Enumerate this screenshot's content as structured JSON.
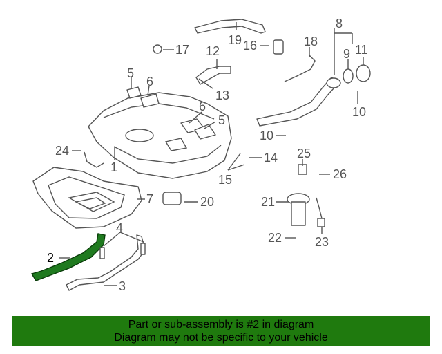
{
  "callouts": [
    {
      "num": "1"
    },
    {
      "num": "2"
    },
    {
      "num": "3"
    },
    {
      "num": "4"
    },
    {
      "num": "5"
    },
    {
      "num": "5"
    },
    {
      "num": "6"
    },
    {
      "num": "6"
    },
    {
      "num": "7"
    },
    {
      "num": "8"
    },
    {
      "num": "9"
    },
    {
      "num": "10"
    },
    {
      "num": "10"
    },
    {
      "num": "11"
    },
    {
      "num": "12"
    },
    {
      "num": "13"
    },
    {
      "num": "14"
    },
    {
      "num": "15"
    },
    {
      "num": "16"
    },
    {
      "num": "17"
    },
    {
      "num": "18"
    },
    {
      "num": "19"
    },
    {
      "num": "20"
    },
    {
      "num": "21"
    },
    {
      "num": "22"
    },
    {
      "num": "23"
    },
    {
      "num": "24"
    },
    {
      "num": "25"
    },
    {
      "num": "26"
    }
  ],
  "highlight": {
    "part_number": "2",
    "color": "#1f7a0e"
  },
  "banner": {
    "line1": "Part or sub-assembly is #2 in diagram",
    "line2": "Diagram may not be specific to your vehicle",
    "color": "#1f7a0e"
  }
}
